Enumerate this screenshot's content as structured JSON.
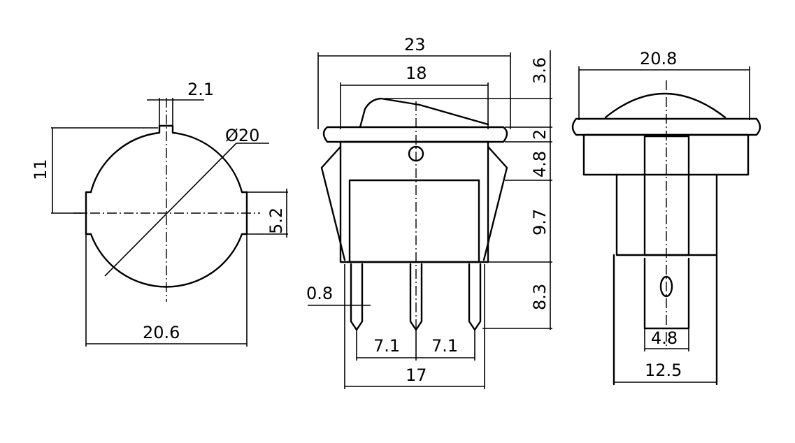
{
  "drawing": {
    "front_view": {
      "notch_width": "2.1",
      "height_to_center": "11",
      "diameter": "Ø20",
      "flat_height": "5.2",
      "flat_width": "20.6"
    },
    "side_view": {
      "flange_width": "23",
      "body_width": "18",
      "rocker_height": "3.6",
      "flange_thickness": "2",
      "upper_body": "4.8",
      "body_height": "9.7",
      "terminal_length": "8.3",
      "terminal_thickness": "0.8",
      "pitch_left": "7.1",
      "pitch_right": "7.1",
      "terminal_span": "17"
    },
    "end_view": {
      "flange_width": "20.8",
      "terminal_width": "4.8",
      "body_width": "12.5"
    }
  }
}
